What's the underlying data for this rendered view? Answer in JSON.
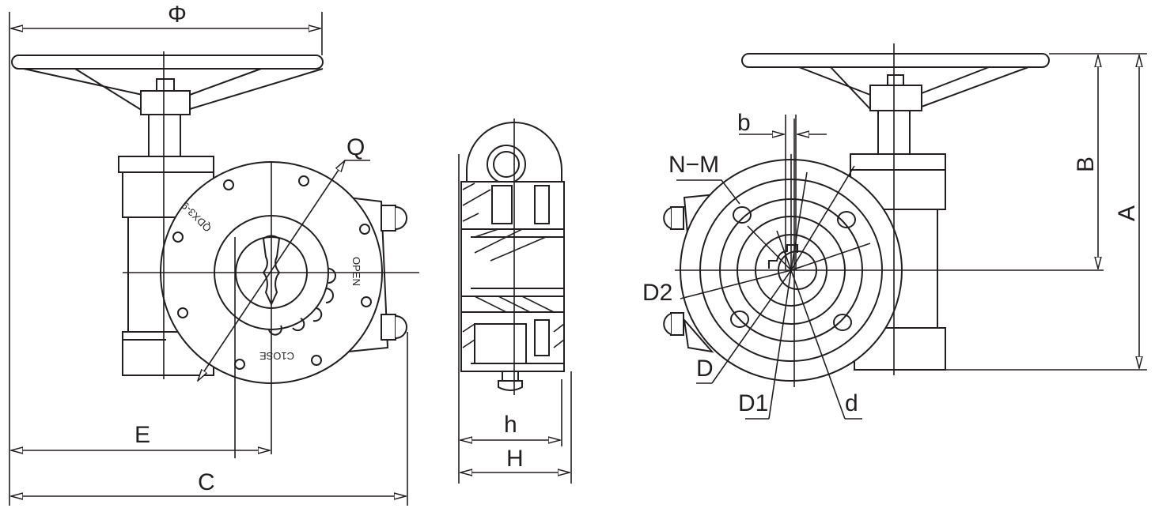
{
  "title": "Gearbox actuator dimension drawing",
  "labels": {
    "phi": "Φ",
    "q": "Q",
    "e": "E",
    "c": "C",
    "h_small": "h",
    "h_large": "H",
    "b": "b",
    "n_m": "N−M",
    "d2": "D2",
    "d_big": "D",
    "d1": "D1",
    "d_small": "d",
    "b_upper": "B",
    "a": "A"
  },
  "plate_text": {
    "model": "QDX3-9",
    "open": "OPEN",
    "close": "C1OSE"
  },
  "colors": {
    "line": "#231f20",
    "background": "#ffffff"
  }
}
